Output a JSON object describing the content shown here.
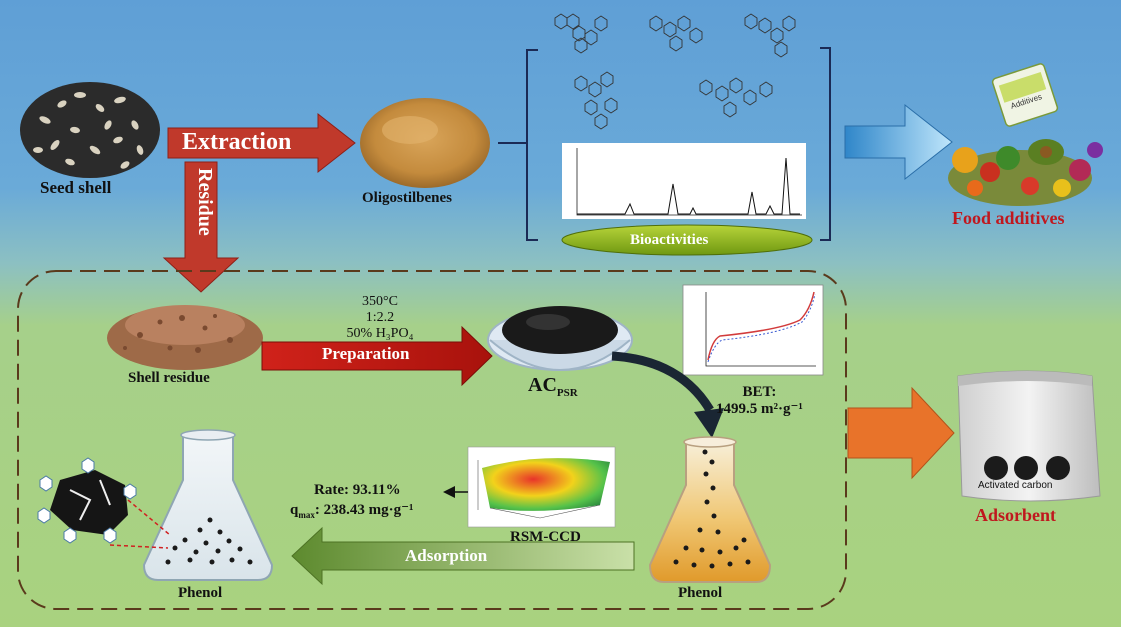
{
  "top": {
    "seed_shell": "Seed shell",
    "extraction": "Extraction",
    "residue": "Residue",
    "oligostilbenes": "Oligostilbenes",
    "bioactivities": "Bioactivities",
    "food_additives": "Food additives",
    "additives_pack": "Additives"
  },
  "bottom": {
    "shell_residue": "Shell residue",
    "cond_temp": "350°C",
    "cond_ratio": "1:2.2",
    "cond_acid": "50% H₃PO₄",
    "preparation": "Preparation",
    "ac_main": "AC",
    "ac_sub": "PSR",
    "bet_title": "BET:",
    "bet_value": "1499.5 m²·g⁻¹",
    "rate": "Rate: 93.11%",
    "qmax_q": "q",
    "qmax_sub": "max",
    "qmax_val": ": 238.43 mg·g⁻¹",
    "rsm": "RSM-CCD",
    "adsorption": "Adsorption",
    "phenol_left": "Phenol",
    "phenol_right": "Phenol",
    "adsorbent": "Adsorbent",
    "bag_label": "Activated carbon"
  },
  "colors": {
    "arrow_red": "#c0392b",
    "arrow_orange": "#e8732a",
    "arrow_blue": "#4aa6e0",
    "arrow_green": "#6b9a3b",
    "label_red": "#c0181e",
    "dashed_border": "#5a3a1c",
    "bioactivities_pill": "#8bb31a"
  }
}
